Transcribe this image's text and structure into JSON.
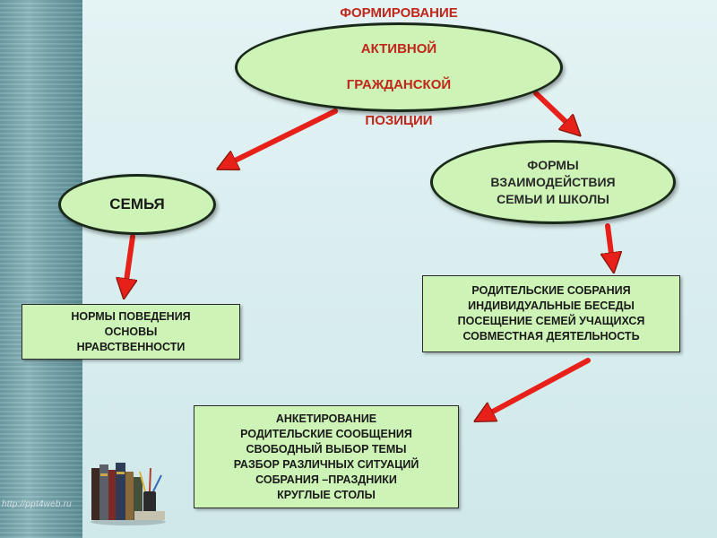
{
  "colors": {
    "node_fill": "#cdf3b6",
    "title_text": "#c0261a",
    "arrow": "#e8201a"
  },
  "watermark": "http://ppt4web.ru",
  "main_node": {
    "lines": [
      "ФОРМИРОВАНИЕ",
      "АКТИВНОЙ",
      "ГРАЖДАНСКОЙ",
      "ПОЗИЦИИ"
    ]
  },
  "family_node": {
    "label": "СЕМЬЯ"
  },
  "forms_node": {
    "lines": [
      "ФОРМЫ",
      "ВЗАИМОДЕЙСТВИЯ",
      "СЕМЬИ И ШКОЛЫ"
    ]
  },
  "norms_box": {
    "lines": [
      "НОРМЫ ПОВЕДЕНИЯ",
      "ОСНОВЫ",
      "НРАВСТВЕННОСТИ"
    ]
  },
  "meetings_box": {
    "lines": [
      "РОДИТЕЛЬСКИЕ СОБРАНИЯ",
      "ИНДИВИДУАЛЬНЫЕ БЕСЕДЫ",
      "ПОСЕЩЕНИЕ СЕМЕЙ УЧАЩИХСЯ",
      "СОВМЕСТНАЯ ДЕЯТЕЛЬНОСТЬ"
    ]
  },
  "survey_box": {
    "lines": [
      "АНКЕТИРОВАНИЕ",
      "РОДИТЕЛЬСКИЕ СООБЩЕНИЯ",
      "СВОБОДНЫЙ ВЫБОР ТЕМЫ",
      "РАЗБОР РАЗЛИЧНЫХ СИТУАЦИЙ",
      "СОБРАНИЯ –ПРАЗДНИКИ",
      "КРУГЛЫЕ СТОЛЫ"
    ]
  },
  "decor": {
    "books_icon": "books-icon"
  }
}
